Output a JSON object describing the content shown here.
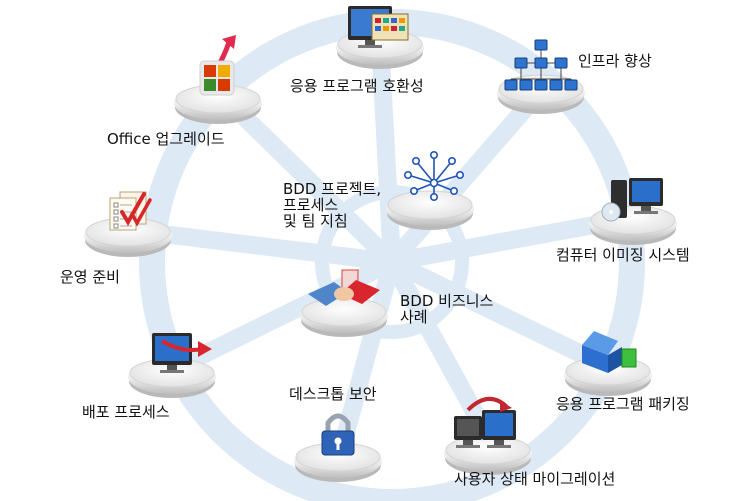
{
  "diagram": {
    "center": {
      "lines": [
        "BDD 프로젝트,",
        "프로세스",
        "및 팀 지침"
      ],
      "icon": "network-hub-icon"
    },
    "nodes": [
      {
        "id": "office-upgrade",
        "lines": [
          "Office 업그레이드"
        ],
        "icon": "office-logo-arrow-icon"
      },
      {
        "id": "app-compat",
        "lines": [
          "응용 프로그램 호환성"
        ],
        "icon": "monitor-windows-icon"
      },
      {
        "id": "infrastructure",
        "lines": [
          "인프라 향상"
        ],
        "icon": "network-topology-icon"
      },
      {
        "id": "computer-imaging",
        "lines": [
          "컴퓨터 이미징 시스템"
        ],
        "icon": "computer-tower-disc-icon"
      },
      {
        "id": "business-case",
        "lines": [
          "BDD 비즈니스",
          "사례"
        ],
        "icon": "handshake-icon"
      },
      {
        "id": "app-packaging",
        "lines": [
          "응용 프로그램 패키징"
        ],
        "icon": "package-box-icon"
      },
      {
        "id": "user-migration",
        "lines": [
          "사용자 상태 마이그레이션"
        ],
        "icon": "computers-migrate-icon"
      },
      {
        "id": "desktop-security",
        "lines": [
          "데스크톱 보안"
        ],
        "icon": "padlock-icon"
      },
      {
        "id": "deployment",
        "lines": [
          "배포 프로세스"
        ],
        "icon": "monitor-arrow-icon"
      },
      {
        "id": "operations-ready",
        "lines": [
          "운영 준비"
        ],
        "icon": "checklist-icon"
      }
    ]
  },
  "colors": {
    "ring": "#dfeaf6",
    "ring_edge": "#c9dbee",
    "pedestal_top": "#f4f4f4",
    "pedestal_side": "#c8c8c8",
    "accent_red": "#d9262e",
    "accent_blue": "#1f5fb0"
  }
}
